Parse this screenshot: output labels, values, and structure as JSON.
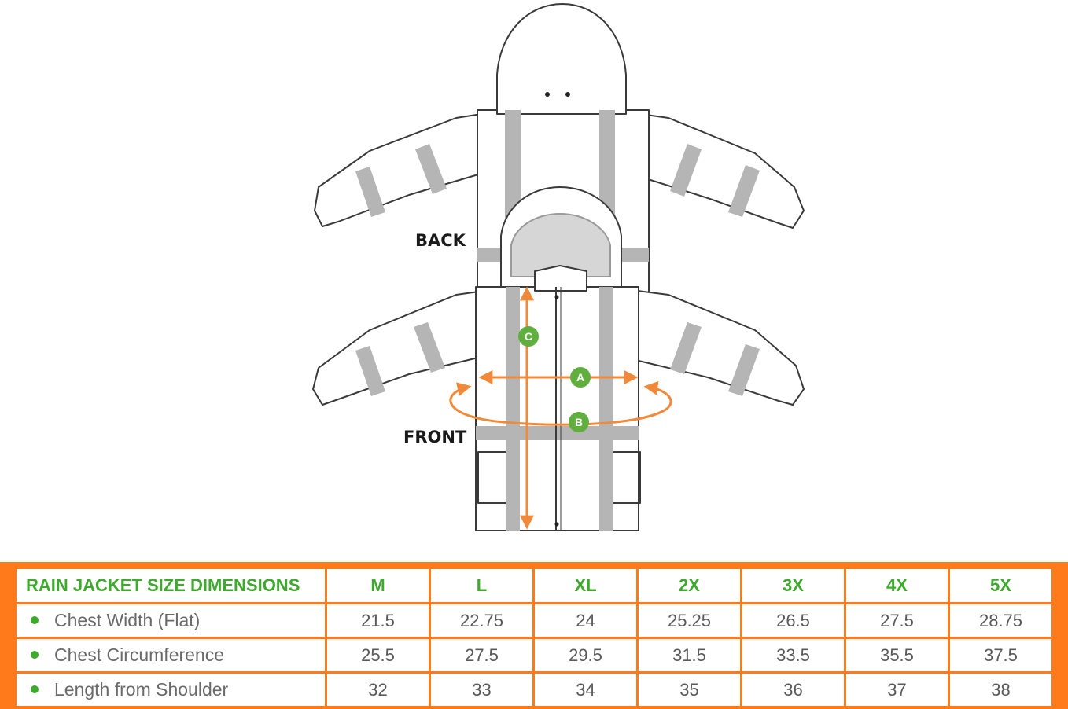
{
  "diagram": {
    "back_label": "BACK",
    "front_label": "FRONT",
    "markers": {
      "a": "A",
      "b": "B",
      "c": "C"
    },
    "colors": {
      "arrow": "#f08a3a",
      "marker": "#5fae3e",
      "outline": "#3a3a3a",
      "stripe": "#b5b5b5"
    }
  },
  "size_table": {
    "title": "RAIN JACKET SIZE DIMENSIONS",
    "sizes": [
      "M",
      "L",
      "XL",
      "2X",
      "3X",
      "4X",
      "5X"
    ],
    "rows": [
      {
        "label": "Chest Width  (Flat)",
        "values": [
          "21.5",
          "22.75",
          "24",
          "25.25",
          "26.5",
          "27.5",
          "28.75"
        ]
      },
      {
        "label": "Chest Circumference",
        "values": [
          "25.5",
          "27.5",
          "29.5",
          "31.5",
          "33.5",
          "35.5",
          "37.5"
        ]
      },
      {
        "label": "Length from Shoulder",
        "values": [
          "32",
          "33",
          "34",
          "35",
          "36",
          "37",
          "38"
        ]
      }
    ],
    "colors": {
      "border": "#ff7a1a",
      "header_text": "#3daa2e",
      "bullet": "#3daa2e"
    }
  }
}
